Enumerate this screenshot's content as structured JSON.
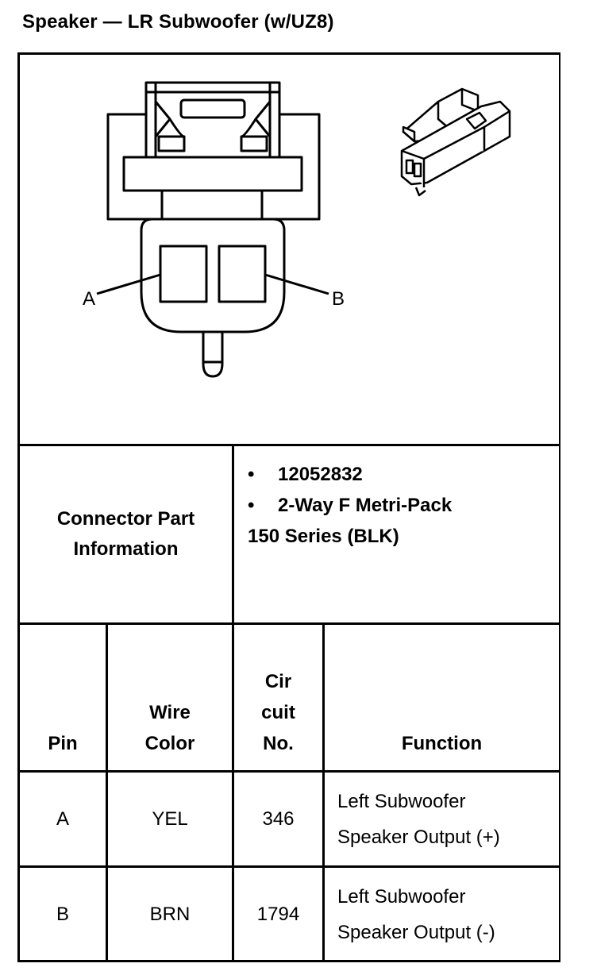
{
  "title": "Speaker — LR Subwoofer (w/UZ8)",
  "diagram": {
    "pin_label_a": "A",
    "pin_label_b": "B"
  },
  "connector_info": {
    "label_line1": "Connector Part",
    "label_line2": "Information",
    "bullet": "•",
    "part_number": "12052832",
    "description_line1": "2-Way F Metri-Pack",
    "description_line2": "150 Series (BLK)"
  },
  "table": {
    "headers": {
      "pin": "Pin",
      "wire_line1": "Wire",
      "wire_line2": "Color",
      "circuit_line1": "Cir",
      "circuit_line2": "cuit",
      "circuit_line3": "No.",
      "function": "Function"
    },
    "rows": [
      {
        "pin": "A",
        "wire_color": "YEL",
        "circuit": "346",
        "function_line1": "Left Subwoofer",
        "function_line2": "Speaker Output (+)"
      },
      {
        "pin": "B",
        "wire_color": "BRN",
        "circuit": "1794",
        "function_line1": "Left Subwoofer",
        "function_line2": "Speaker Output (-)"
      }
    ]
  }
}
